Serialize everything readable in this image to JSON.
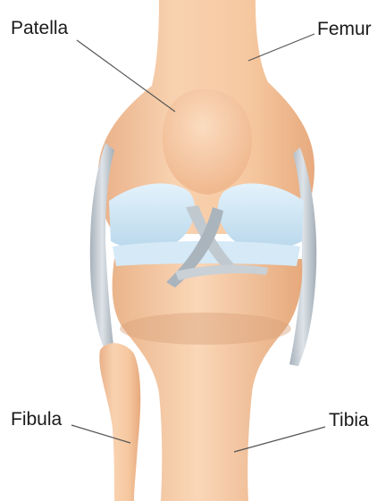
{
  "labels": {
    "patella": "Patella",
    "femur": "Femur",
    "fibula": "Fibula",
    "tibia": "Tibia"
  },
  "colors": {
    "bone": "#f6c9a2",
    "bone_shadow": "#e8ab7e",
    "cartilage": "#cfe6f4",
    "ligament": "#b9c2c9",
    "leader_line": "#555555",
    "label_text": "#1a1a1a"
  }
}
